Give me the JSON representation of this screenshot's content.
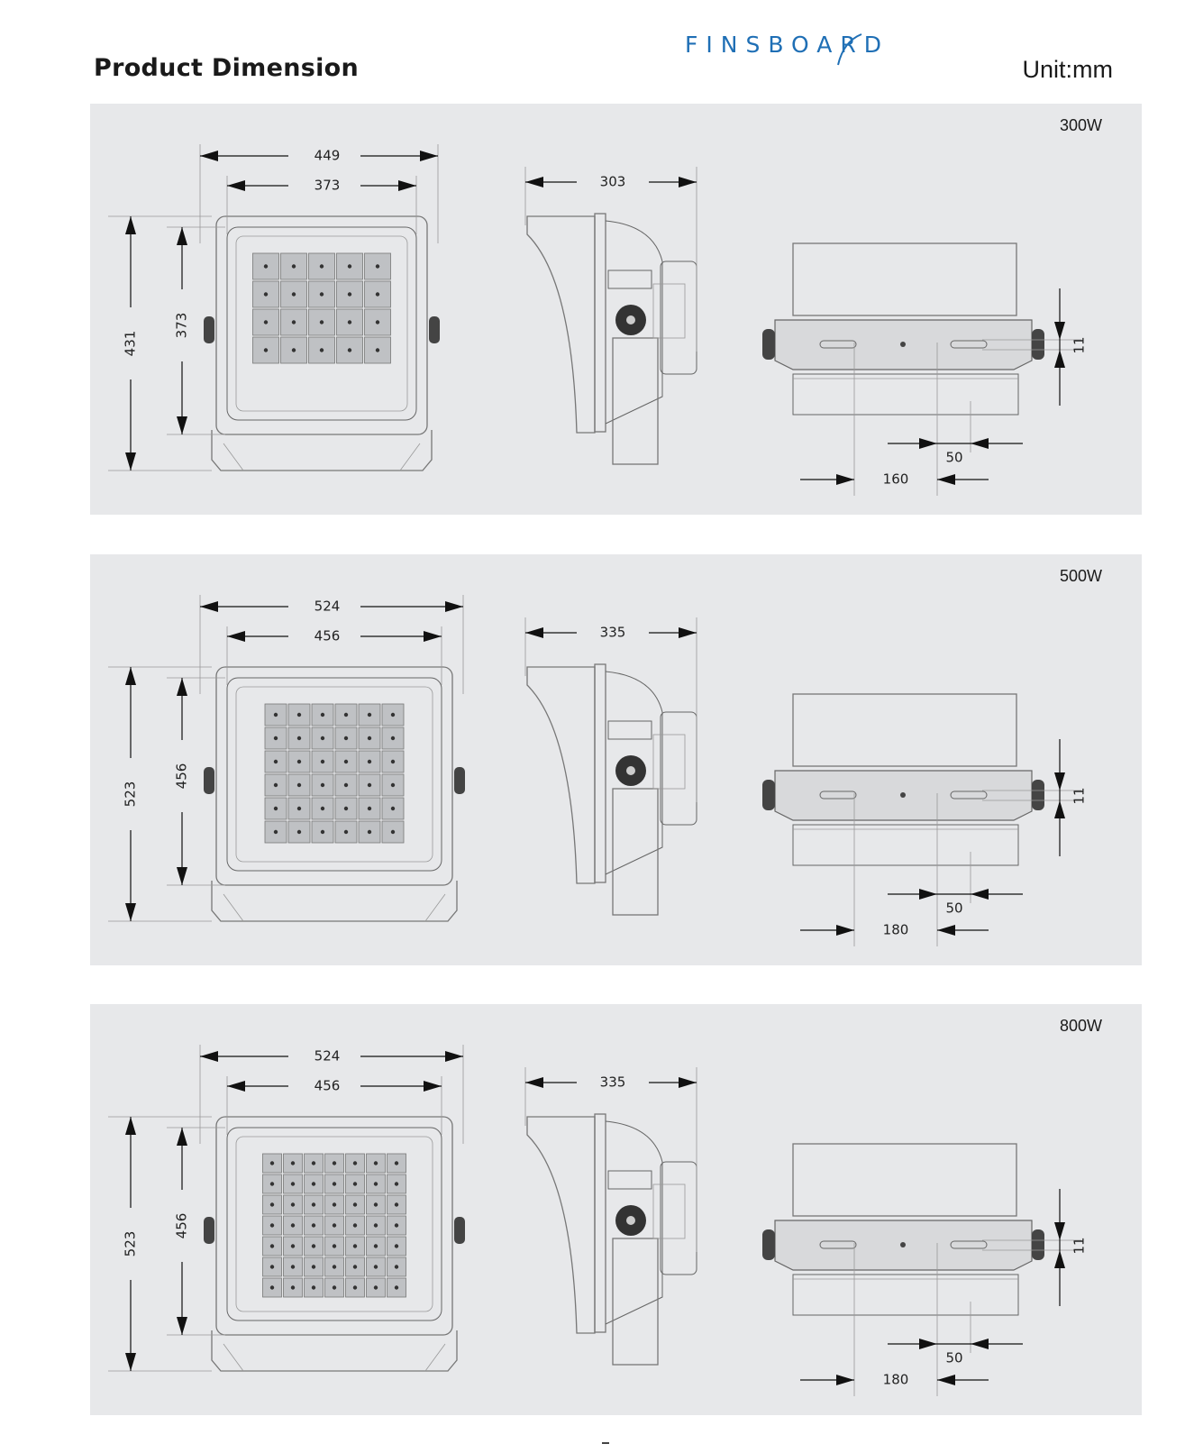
{
  "header": {
    "title": "Product Dimension",
    "unit": "Unit:mm",
    "logo_text": "FINSBOARD",
    "logo_color": "#1f6fb5"
  },
  "panels": [
    {
      "power": "300W",
      "front": {
        "outer_width": "449",
        "inner_width": "373",
        "outer_height": "431",
        "inner_height": "373"
      },
      "side": {
        "depth": "303"
      },
      "bottom": {
        "bracket_thickness": "11",
        "hole_offset": "50",
        "hole_spacing": "160"
      }
    },
    {
      "power": "500W",
      "front": {
        "outer_width": "524",
        "inner_width": "456",
        "outer_height": "523",
        "inner_height": "456"
      },
      "side": {
        "depth": "335"
      },
      "bottom": {
        "bracket_thickness": "11",
        "hole_offset": "50",
        "hole_spacing": "180"
      }
    },
    {
      "power": "800W",
      "front": {
        "outer_width": "524",
        "inner_width": "456",
        "outer_height": "523",
        "inner_height": "456"
      },
      "side": {
        "depth": "335"
      },
      "bottom": {
        "bracket_thickness": "11",
        "hole_offset": "50",
        "hole_spacing": "180"
      }
    }
  ]
}
